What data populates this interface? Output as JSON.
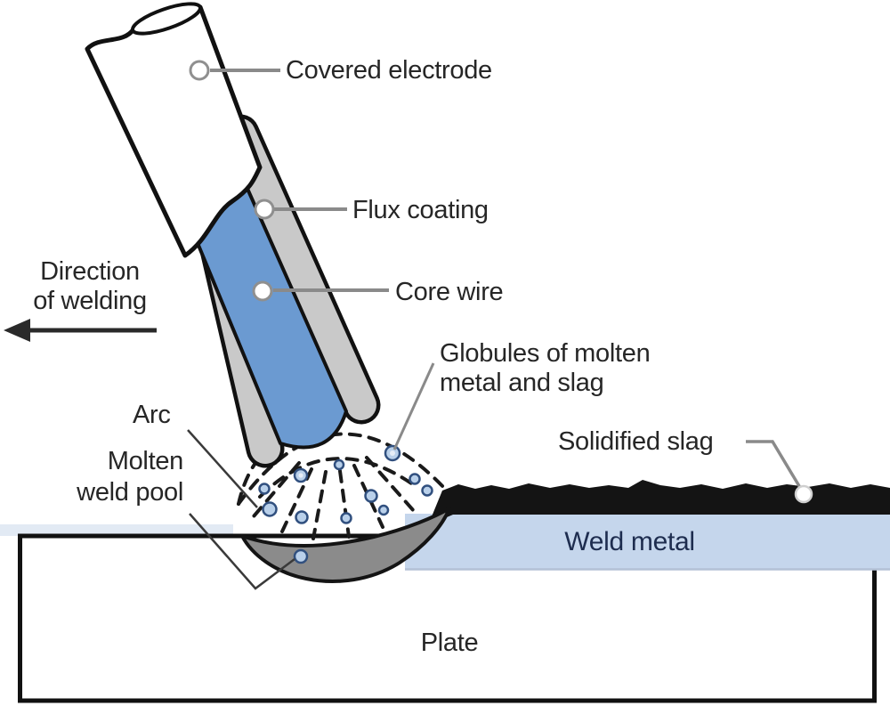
{
  "diagram": {
    "labels": {
      "covered_electrode": "Covered electrode",
      "flux_coating": "Flux coating",
      "core_wire": "Core wire",
      "globules_line1": "Globules of molten",
      "globules_line2": "metal and slag",
      "solidified_slag": "Solidified slag",
      "direction_line1": "Direction",
      "direction_line2": "of welding",
      "arc": "Arc",
      "molten_line1": "Molten",
      "molten_line2": "weld pool",
      "weld_metal": "Weld metal",
      "plate": "Plate"
    },
    "colors": {
      "core_wire_blue": "#6b9ad1",
      "flux_gray": "#c9c9c9",
      "electrode_cover_white": "#ffffff",
      "weld_metal_blue": "#c5d6ec",
      "slag_black": "#141414",
      "molten_pool_gray": "#8b8b8b",
      "globule_fill": "#b9d0ea",
      "globule_stroke": "#31507f",
      "plate_white": "#ffffff",
      "outline_black": "#111111",
      "leader_gray": "#8a8a8a",
      "text_dark": "#262626",
      "weld_metal_text_navy": "#1e2d4f"
    }
  }
}
